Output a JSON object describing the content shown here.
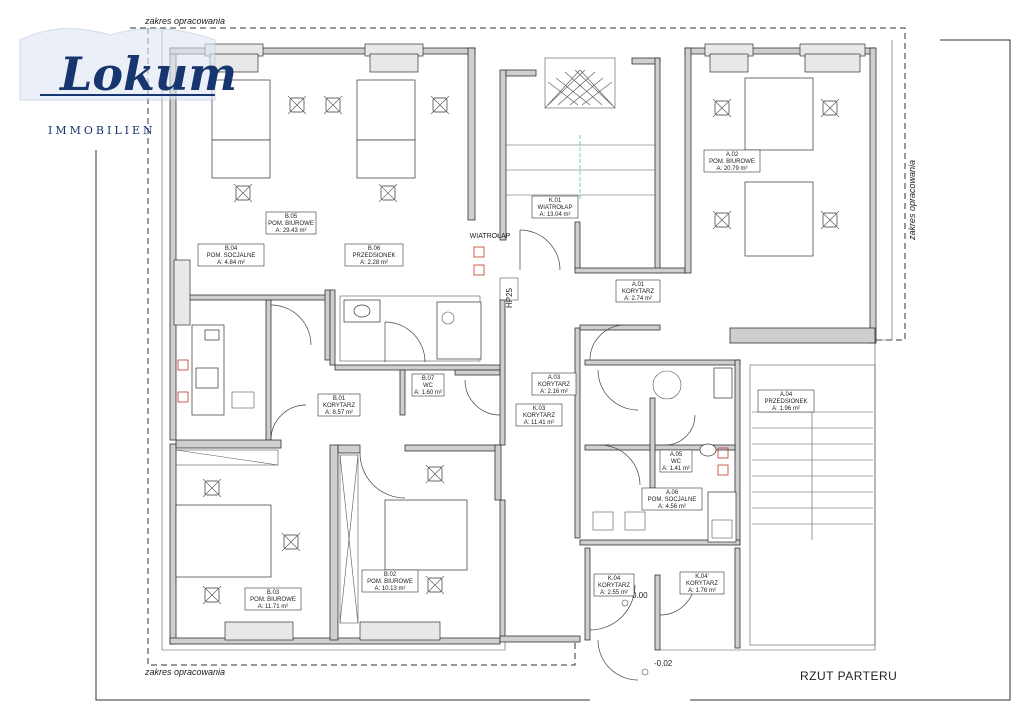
{
  "logo": {
    "name": "Lokum",
    "subtitle": "IMMOBILIEN"
  },
  "plan_title": "RZUT PARTERU",
  "scope_labels": {
    "top": "zakres opracowania",
    "bottom": "zakres opracowania",
    "right": "zakres opracowania"
  },
  "levels": {
    "entrance": "0.00",
    "outside": "-0.02"
  },
  "annotations": {
    "windcatcher": "WIATROŁAP",
    "shaft": "HP25"
  },
  "rooms": [
    {
      "id": "b05",
      "code": "B.05",
      "name": "POM. BIUROWE",
      "area": "A: 29.43 m²"
    },
    {
      "id": "b04",
      "code": "B.04",
      "name": "POM. SOCJALNE",
      "area": "A: 4.84 m²"
    },
    {
      "id": "b06",
      "code": "B.06",
      "name": "PRZEDSIONEK",
      "area": "A: 2.28 m²"
    },
    {
      "id": "k01",
      "code": "K.01",
      "name": "WIATROŁAP",
      "area": "A: 13.04 m²"
    },
    {
      "id": "a02",
      "code": "A.02",
      "name": "POM. BIUROWE",
      "area": "A: 20.79 m²"
    },
    {
      "id": "a01",
      "code": "A.01",
      "name": "KORYTARZ",
      "area": "A: 2.74 m²"
    },
    {
      "id": "b07",
      "code": "B.07",
      "name": "WC",
      "area": "A: 1.60 m²"
    },
    {
      "id": "b01",
      "code": "B.01",
      "name": "KORYTARZ",
      "area": "A: 8.57 m²"
    },
    {
      "id": "a03",
      "code": "A.03",
      "name": "KORYTARZ",
      "area": "A: 2.16 m²"
    },
    {
      "id": "k03",
      "code": "K.03",
      "name": "KORYTARZ",
      "area": "A: 11.41 m²"
    },
    {
      "id": "a04",
      "code": "A.04",
      "name": "PRZEDSIONEK",
      "area": "A: 1.96 m²"
    },
    {
      "id": "a05",
      "code": "A.05",
      "name": "WC",
      "area": "A: 1.41 m²"
    },
    {
      "id": "a06",
      "code": "A.06",
      "name": "POM. SOCJALNE",
      "area": "A: 4.56 m²"
    },
    {
      "id": "b03",
      "code": "B.03",
      "name": "POM. BIUROWE",
      "area": "A: 11.71 m²"
    },
    {
      "id": "b02",
      "code": "B.02",
      "name": "POM. BIUROWE",
      "area": "A: 10.13 m²"
    },
    {
      "id": "k04",
      "code": "K.04",
      "name": "KORYTARZ",
      "area": "A: 2.55 m²"
    },
    {
      "id": "k04p",
      "code": "K.04'",
      "name": "KORYTARZ",
      "area": "A: 1.76 m²"
    }
  ]
}
